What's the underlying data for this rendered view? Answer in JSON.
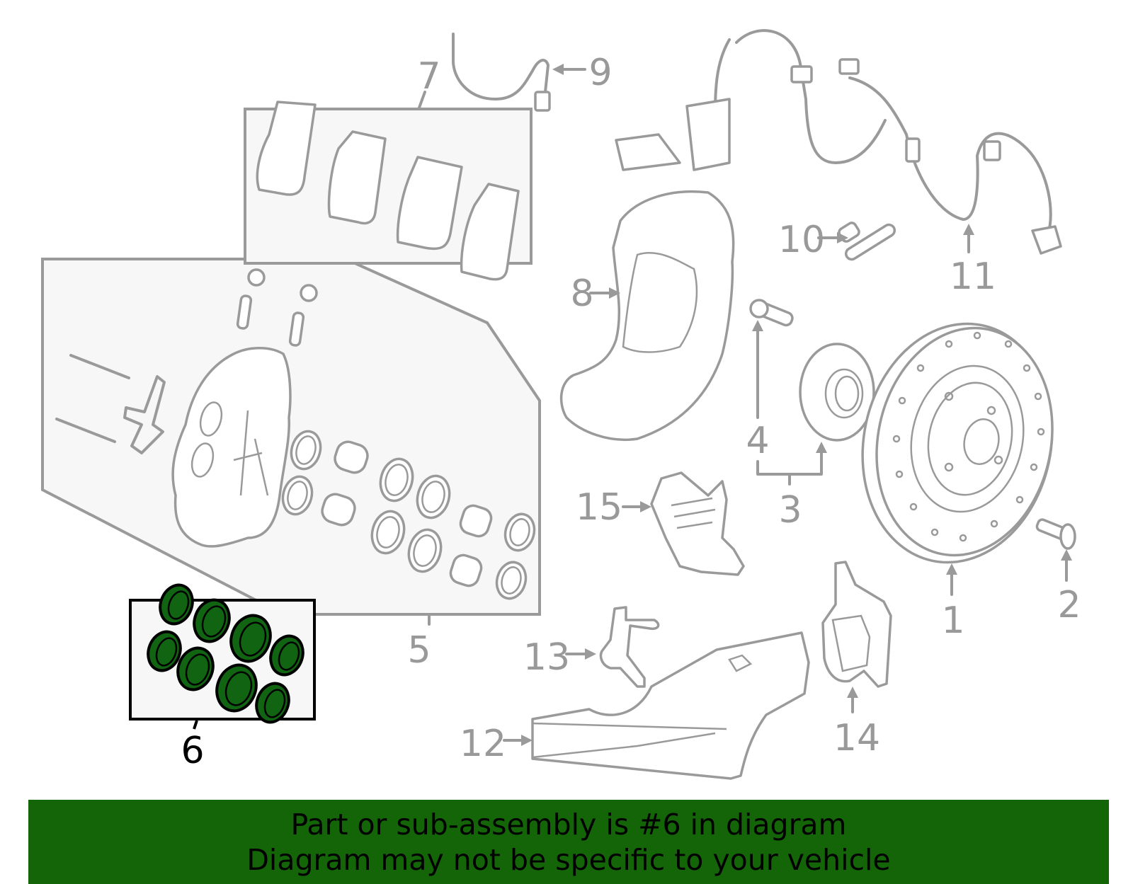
{
  "diagram": {
    "title": "Front brake assembly exploded parts diagram",
    "highlighted_part": "6",
    "colors": {
      "line": "#9a9a9a",
      "highlight": "#116411",
      "highlight_outline": "#000000",
      "box_fill": "#f7f7f7",
      "banner": "#136507"
    },
    "callouts": [
      {
        "id": "1",
        "label": "1",
        "part": "brake-rotor"
      },
      {
        "id": "2",
        "label": "2",
        "part": "rotor-screw"
      },
      {
        "id": "3",
        "label": "3",
        "part": "hub-assembly"
      },
      {
        "id": "4",
        "label": "4",
        "part": "hub-bolt"
      },
      {
        "id": "5",
        "label": "5",
        "part": "caliper-assembly"
      },
      {
        "id": "6",
        "label": "6",
        "part": "caliper-seal-kit"
      },
      {
        "id": "7",
        "label": "7",
        "part": "brake-pad-set"
      },
      {
        "id": "8",
        "label": "8",
        "part": "splash-shield"
      },
      {
        "id": "9",
        "label": "9",
        "part": "brake-hose"
      },
      {
        "id": "10",
        "label": "10",
        "part": "abs-sensor"
      },
      {
        "id": "11",
        "label": "11",
        "part": "abs-wire-harness"
      },
      {
        "id": "12",
        "label": "12",
        "part": "air-duct"
      },
      {
        "id": "13",
        "label": "13",
        "part": "duct-bracket"
      },
      {
        "id": "14",
        "label": "14",
        "part": "mount-bracket"
      },
      {
        "id": "15",
        "label": "15",
        "part": "caliper-shield"
      }
    ]
  },
  "banner": {
    "line1": "Part or sub-assembly is #6 in diagram",
    "line2": "Diagram may not be specific to your vehicle"
  }
}
